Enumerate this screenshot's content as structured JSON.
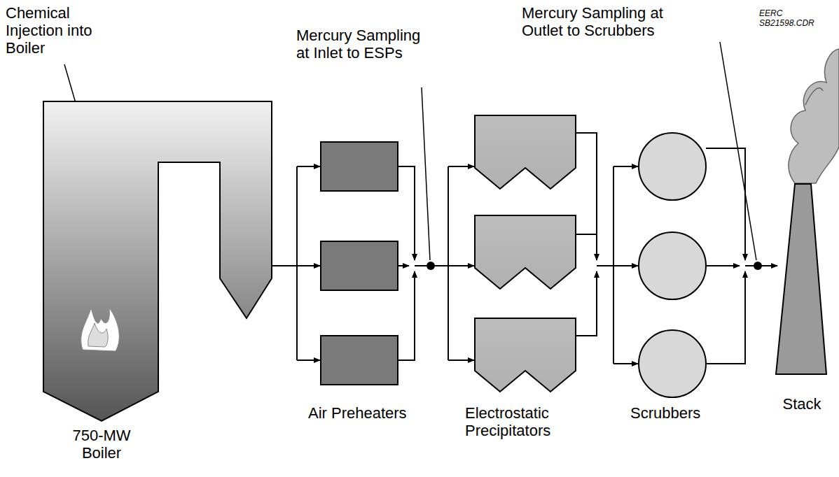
{
  "diagram": {
    "nodes": [
      {
        "text": [
          "750-MW Boiler"
        ]
      },
      {
        "text": [
          "Stack"
        ]
      }
    ],
    "labels": [
      "EERC SB21598.CDR",
      "Chemical Injection into Boiler",
      "Mercury Sampling at Inlet to ESPs",
      "Mercury Sampling at Outlet to Scrubbers",
      "Air Preheaters",
      "Electrostatic Precipitators",
      "Scrubbers"
    ]
  }
}
